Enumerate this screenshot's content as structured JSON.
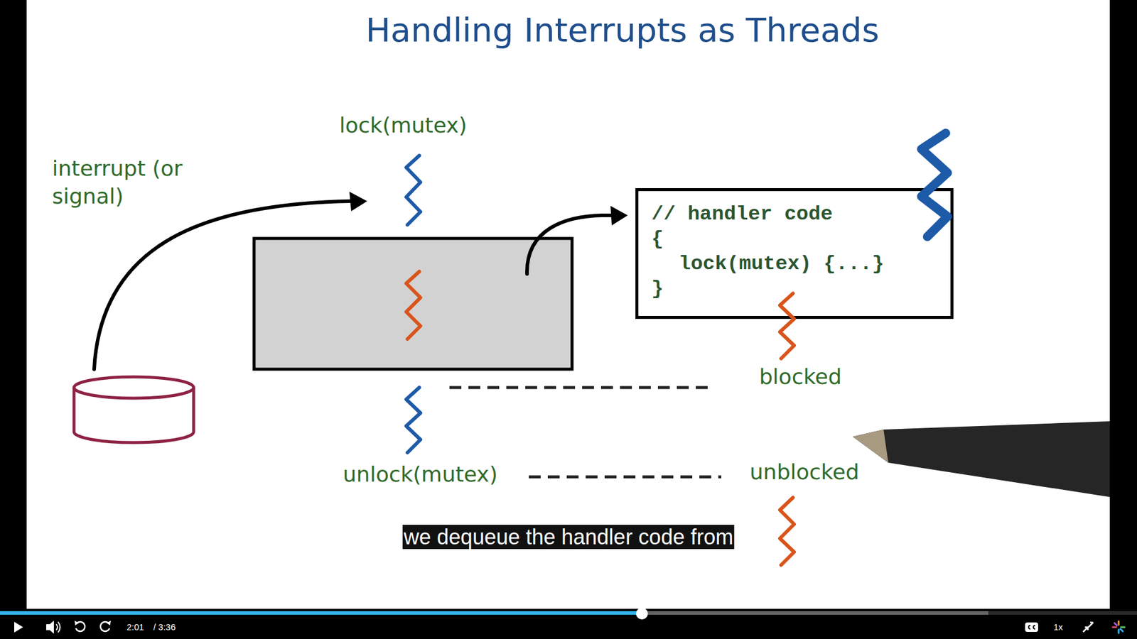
{
  "diagram": {
    "title": "Handling Interrupts as Threads",
    "nodes": [
      {
        "text": [
          "// handler code",
          "{",
          "lock(mutex) {...}",
          "}"
        ]
      }
    ],
    "labels": [
      "interrupt (or signal)",
      "lock(mutex)",
      "blocked",
      "unlock(mutex)",
      "unblocked",
      "we dequeue the handler code from",
      "2:01",
      "/ 3:36",
      "1x"
    ]
  }
}
